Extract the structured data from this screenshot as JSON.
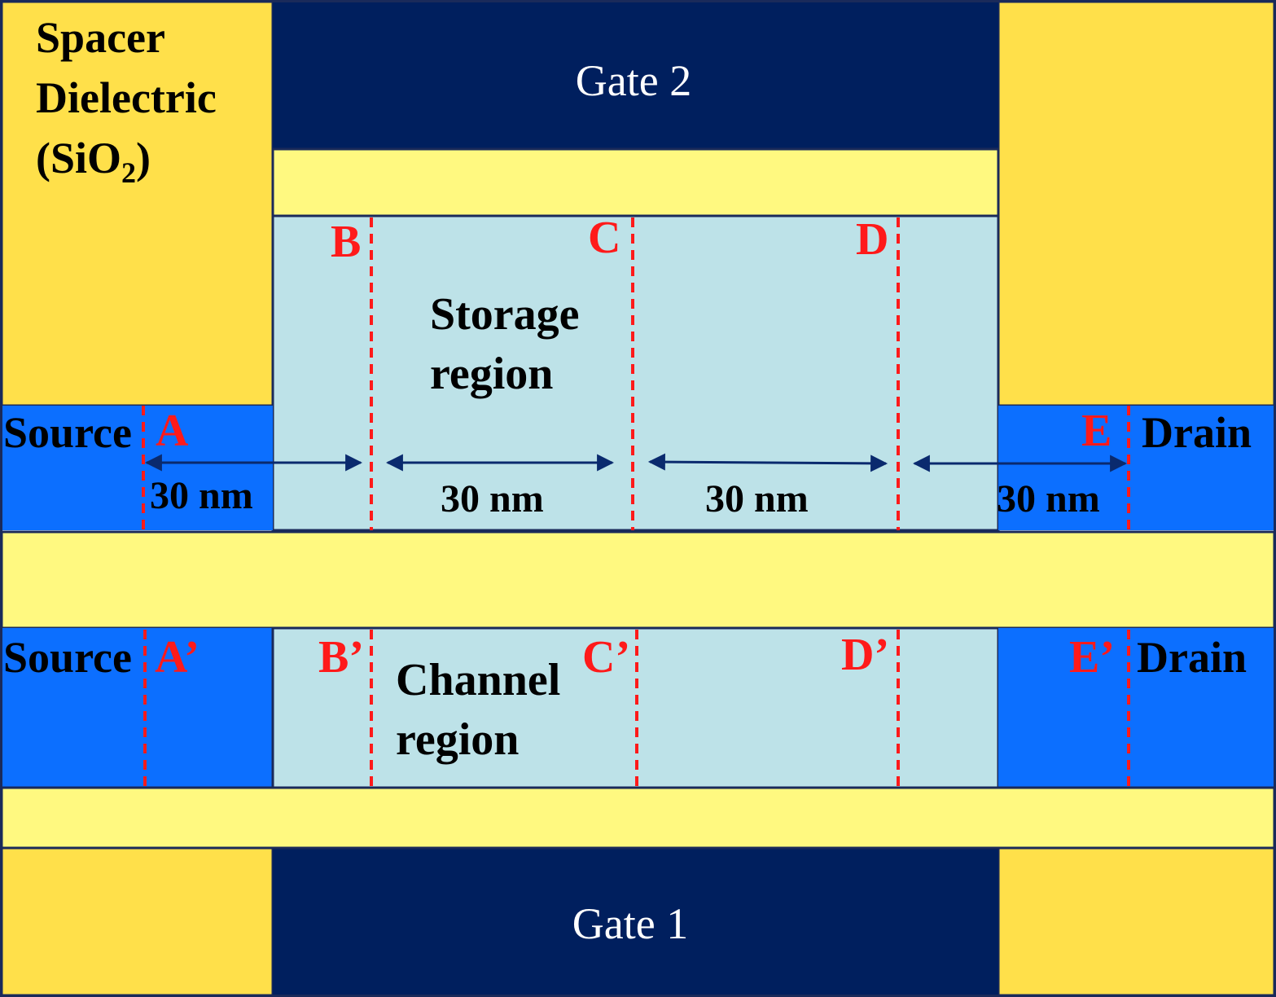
{
  "colors": {
    "spacer": "#ffe04a",
    "gate": "#001f5e",
    "gate_oxide": "#fff980",
    "silicon": "#bde2e8",
    "source_drain": "#0c6fff",
    "cut_line": "#ff1a1a",
    "dimension_arrow": "#0a2a6e",
    "outline": "#1a2a5a"
  },
  "labels": {
    "spacer_line1": "Spacer",
    "spacer_line2": "Dielectric",
    "spacer_line3_prefix": "(SiO",
    "spacer_line3_sub": "2",
    "spacer_line3_suffix": ")",
    "gate_top": "Gate 2",
    "gate_bottom": "Gate 1",
    "storage_line1": "Storage",
    "storage_line2": "region",
    "channel_line1": "Channel",
    "channel_line2": "region",
    "source_top": "Source",
    "drain_top": "Drain",
    "source_bottom": "Source",
    "drain_bottom": "Drain"
  },
  "cut_points": {
    "top": [
      "A",
      "B",
      "C",
      "D",
      "E"
    ],
    "bottom": [
      "A’",
      "B’",
      "C’",
      "D’",
      "E’"
    ]
  },
  "dimensions": [
    "30 nm",
    "30 nm",
    "30 nm",
    "30 nm"
  ]
}
